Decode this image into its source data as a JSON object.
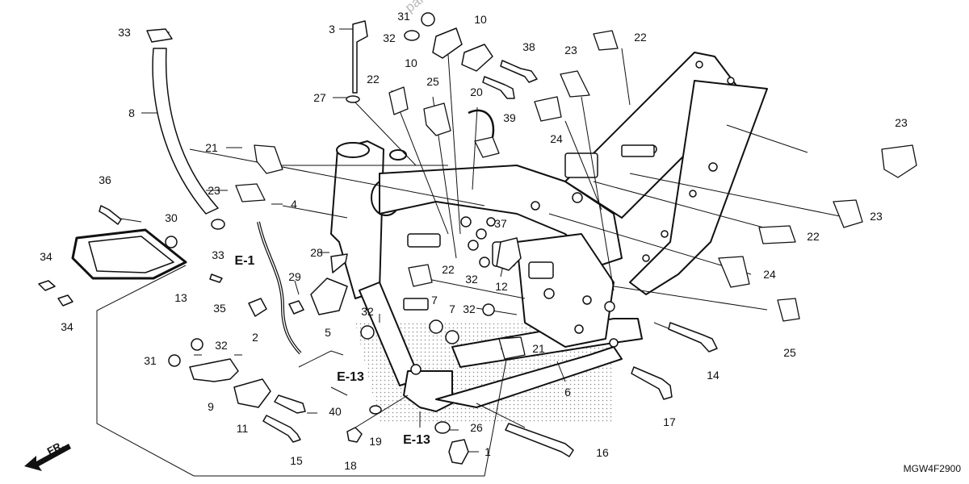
{
  "diagram": {
    "code": "MGW4F2900",
    "direction_label": "FR.",
    "watermark": "partzilla",
    "refs": {
      "e1": "E-1",
      "e13a": "E-13",
      "e13b": "E-13"
    },
    "callouts": {
      "c1": "1",
      "c2": "2",
      "c3": "3",
      "c4": "4",
      "c5": "5",
      "c6": "6",
      "c7a": "7",
      "c7b": "7",
      "c8": "8",
      "c9": "9",
      "c10a": "10",
      "c10b": "10",
      "c11": "11",
      "c12": "12",
      "c13": "13",
      "c14": "14",
      "c15": "15",
      "c16": "16",
      "c17": "17",
      "c18": "18",
      "c19": "19",
      "c20": "20",
      "c21a": "21",
      "c21b": "21",
      "c22a": "22",
      "c22b": "22",
      "c22c": "22",
      "c22d": "22",
      "c23a": "23",
      "c23b": "23",
      "c23c": "23",
      "c23d": "23",
      "c24a": "24",
      "c24b": "24",
      "c25a": "25",
      "c25b": "25",
      "c26": "26",
      "c27": "27",
      "c28": "28",
      "c29": "29",
      "c30": "30",
      "c31a": "31",
      "c31b": "31",
      "c32a": "32",
      "c32b": "32",
      "c32c": "32",
      "c32d": "32",
      "c32e": "32",
      "c33a": "33",
      "c33b": "33",
      "c34a": "34",
      "c34b": "34",
      "c35": "35",
      "c36": "36",
      "c37": "37",
      "c38": "38",
      "c39": "39",
      "c40": "40"
    }
  }
}
